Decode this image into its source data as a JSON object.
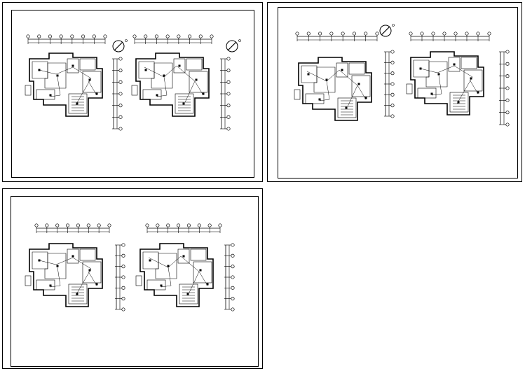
{
  "sheets": [
    {
      "id": "sheet-1",
      "plans": [
        {
          "caption": ""
        },
        {
          "caption": ""
        }
      ]
    },
    {
      "id": "sheet-2",
      "plans": [
        {
          "caption": ""
        },
        {
          "caption": ""
        }
      ]
    },
    {
      "id": "sheet-3",
      "plans": [
        {
          "caption": ""
        },
        {
          "caption": ""
        }
      ]
    }
  ],
  "colors": {
    "line": "#000000",
    "accent": "#cc0000",
    "background": "#ffffff"
  },
  "icons": {
    "north_arrow": "north-arrow-icon",
    "axis_marker": "axis-bubble-icon"
  }
}
